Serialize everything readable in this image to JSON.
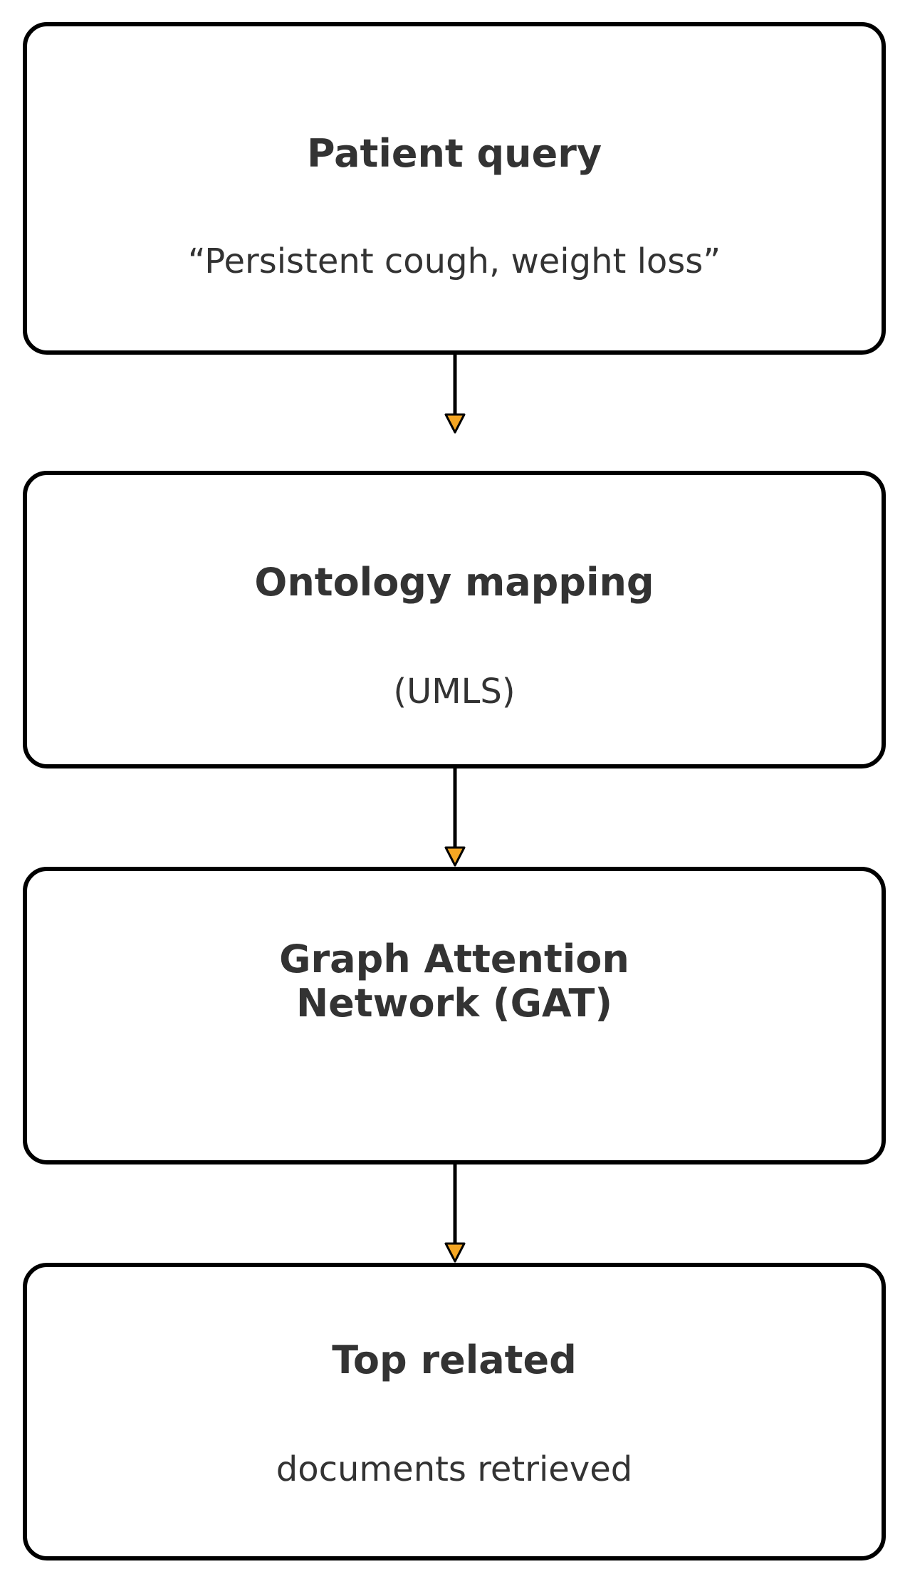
{
  "colors": {
    "box_border": "#000000",
    "text": "#333333",
    "arrowhead_fill": "#f5a623",
    "background": "#ffffff"
  },
  "steps": [
    {
      "title": "Patient query",
      "subtitle": "“Persistent cough, weight loss”"
    },
    {
      "title": "Ontology mapping",
      "subtitle": "(UMLS)"
    },
    {
      "title": "Graph Attention\nNetwork (GAT)",
      "subtitle": ""
    },
    {
      "title": "Top related",
      "subtitle": "documents retrieved"
    }
  ],
  "connectors": [
    {
      "from": "Patient query",
      "to": "Ontology mapping",
      "icon": "arrow-down-icon"
    },
    {
      "from": "Ontology mapping",
      "to": "Graph Attention Network (GAT)",
      "icon": "arrow-down-icon"
    },
    {
      "from": "Graph Attention Network (GAT)",
      "to": "Top related",
      "icon": "arrow-down-icon"
    }
  ]
}
